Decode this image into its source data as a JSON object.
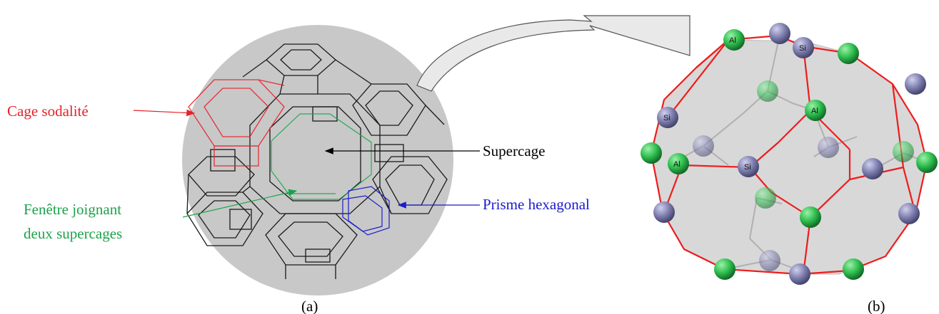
{
  "panel_a": {
    "caption": "(a)",
    "labels": {
      "sodalite": "Cage sodalité",
      "supercage": "Supercage",
      "window_line1": "Fenêtre joignant",
      "window_line2": "deux supercages",
      "prism": "Prisme hexagonal"
    }
  },
  "panel_b": {
    "caption": "(b)",
    "atom_labels": [
      "Al",
      "Si",
      "Si",
      "Al",
      "Al",
      "Si"
    ]
  },
  "colors": {
    "sodalite": "#e8202a",
    "window": "#1aa34a",
    "prism": "#1c1ccc",
    "supercage": "#000000",
    "sphere_disk": "#c8c8c8",
    "cage_edges": "#ee1c1c",
    "al_atom": "#2fbf4f",
    "si_atom": "#8080b0"
  }
}
